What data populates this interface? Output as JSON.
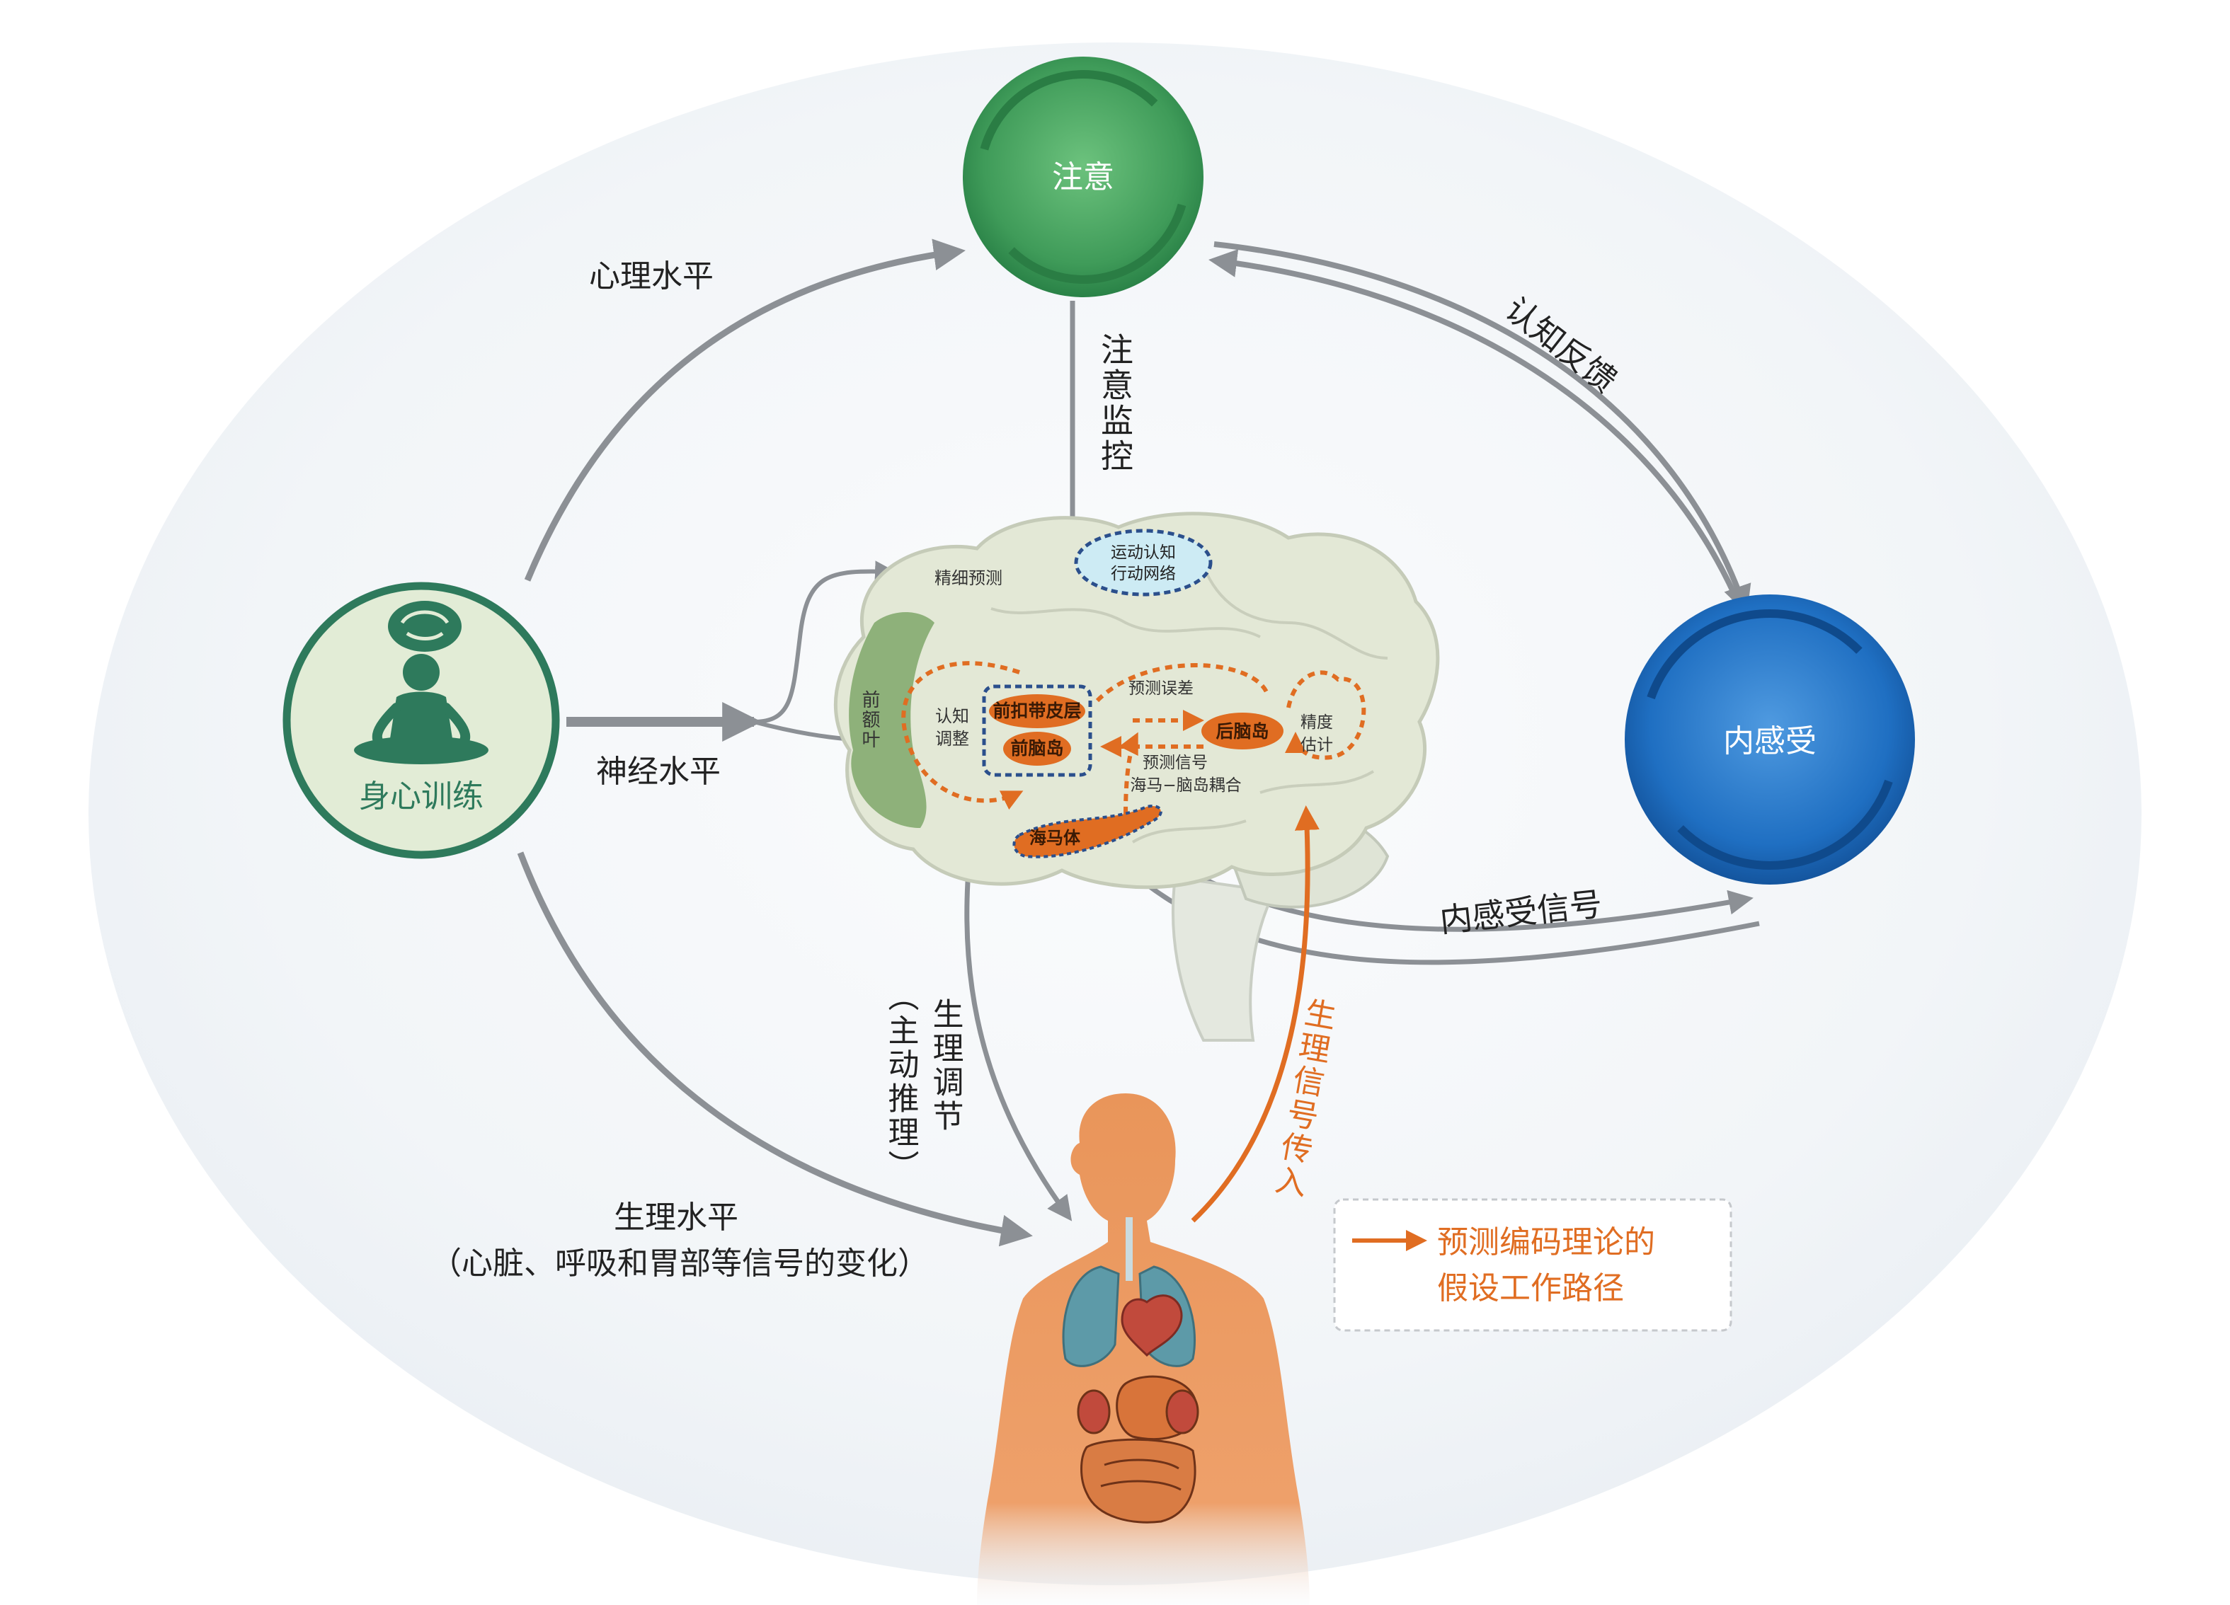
{
  "nodes": {
    "attention": "注意",
    "interoception": "内感受",
    "training": "身心训练"
  },
  "arrows": {
    "psychological": "心理水平",
    "neural": "神经水平",
    "physiological_line1": "生理水平",
    "physiological_line2": "（心脏、呼吸和胃部等信号的变化）",
    "cognitive_feedback": "认知反馈",
    "attention_monitoring": "注意监控",
    "interoceptive_signal": "内感受信号",
    "physio_regulation_col1": "生理调节",
    "physio_regulation_col2": "（主动推理）",
    "physio_signal_input": "生理信号传入"
  },
  "brain": {
    "prefrontal": "前额叶",
    "fine_prediction": "精细预测",
    "motor_cognitive_l1": "运动认知",
    "motor_cognitive_l2": "行动网络",
    "cognitive_adjust_l1": "认知",
    "cognitive_adjust_l2": "调整",
    "acc": "前扣带皮层",
    "anterior_insula": "前脑岛",
    "posterior_insula": "后脑岛",
    "prediction_error": "预测误差",
    "precision_l1": "精度",
    "precision_l2": "估计",
    "prediction_signal": "预测信号",
    "hippo_insula": "海马−脑岛耦合",
    "hippocampus": "海马体"
  },
  "legend": {
    "line1": "预测编码理论的",
    "line2": "假设工作路径"
  },
  "colors": {
    "attention": "#3f9b59",
    "interoception": "#1f6fc2",
    "training": "#2e7a5c",
    "body": "#e9955a",
    "orange_path": "#e06d22",
    "gray_arrow": "#8c9095"
  }
}
